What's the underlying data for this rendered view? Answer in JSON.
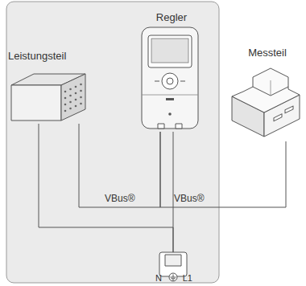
{
  "diagram": {
    "nodes": [
      {
        "text": [
          "Leistungsteil"
        ]
      },
      {
        "text": [
          "Regler"
        ]
      },
      {
        "text": [
          "Messteil"
        ]
      },
      {
        "text": [
          "N",
          "L1"
        ]
      }
    ],
    "edges": [
      {
        "from": 0,
        "to": 1,
        "label": "VBus®",
        "arrow": "none"
      },
      {
        "from": 1,
        "to": 2,
        "label": "VBus®",
        "arrow": "none"
      },
      {
        "from": 0,
        "to": 3,
        "arrow": "none"
      },
      {
        "from": 1,
        "to": 3,
        "arrow": "none"
      }
    ]
  }
}
